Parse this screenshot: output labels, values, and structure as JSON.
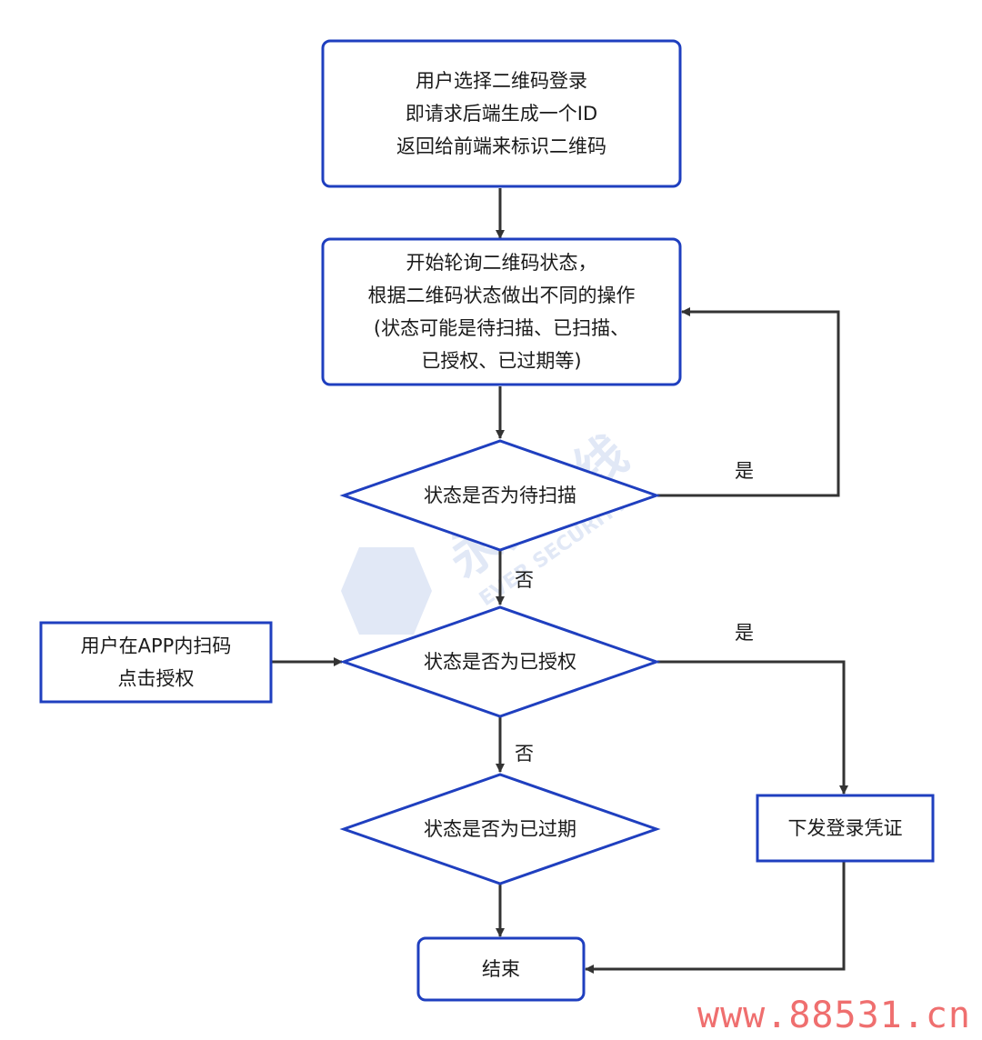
{
  "colors": {
    "node_stroke": "#1f3fbf",
    "edge": "#333333",
    "text": "#1a1a1a",
    "watermark": "#c9d6ef",
    "site_watermark": "#ef6f6f"
  },
  "nodes": {
    "select_qr": {
      "shape": "rounded-rect",
      "lines": [
        "用户选择二维码登录",
        "即请求后端生成一个ID",
        "返回给前端来标识二维码"
      ]
    },
    "poll_status": {
      "shape": "rounded-rect",
      "lines": [
        "开始轮询二维码状态，",
        "根据二维码状态做出不同的操作",
        "(状态可能是待扫描、已扫描、",
        "已授权、已过期等)"
      ]
    },
    "check_pending": {
      "shape": "diamond",
      "lines": [
        "状态是否为待扫描"
      ]
    },
    "check_authorized": {
      "shape": "diamond",
      "lines": [
        "状态是否为已授权"
      ]
    },
    "check_expired": {
      "shape": "diamond",
      "lines": [
        "状态是否为已过期"
      ]
    },
    "app_scan": {
      "shape": "rect",
      "lines": [
        "用户在APP内扫码",
        "点击授权"
      ]
    },
    "issue_credential": {
      "shape": "rect",
      "lines": [
        "下发登录凭证"
      ]
    },
    "end": {
      "shape": "rounded-rect",
      "lines": [
        "结束"
      ]
    }
  },
  "edges": [
    {
      "from": "select_qr",
      "to": "poll_status",
      "label": ""
    },
    {
      "from": "poll_status",
      "to": "check_pending",
      "label": ""
    },
    {
      "from": "check_pending",
      "to": "poll_status",
      "label": "是"
    },
    {
      "from": "check_pending",
      "to": "check_authorized",
      "label": "否"
    },
    {
      "from": "app_scan",
      "to": "check_authorized",
      "label": ""
    },
    {
      "from": "check_authorized",
      "to": "issue_credential",
      "label": "是"
    },
    {
      "from": "check_authorized",
      "to": "check_expired",
      "label": "否"
    },
    {
      "from": "check_expired",
      "to": "end",
      "label": ""
    },
    {
      "from": "issue_credential",
      "to": "end",
      "label": ""
    }
  ],
  "watermark": {
    "text_cn": "永安在线",
    "text_en": "EVER SECURITY"
  },
  "site_watermark": "www.88531.cn"
}
